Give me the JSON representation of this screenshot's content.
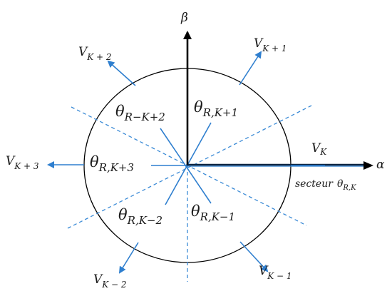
{
  "axes": {
    "alpha": "α",
    "beta": "β"
  },
  "vectors": [
    {
      "id": "vk",
      "base": "V",
      "sub": "K"
    },
    {
      "id": "vk1",
      "base": "V",
      "sub": "K + 1"
    },
    {
      "id": "vk2",
      "base": "V",
      "sub": "K + 2"
    },
    {
      "id": "vk3",
      "base": "V",
      "sub": "K + 3"
    },
    {
      "id": "vkm2",
      "base": "V",
      "sub": "K − 2"
    },
    {
      "id": "vkm1",
      "base": "V",
      "sub": "K − 1"
    }
  ],
  "sectors": [
    {
      "id": "rk1",
      "base": "θ",
      "sub": "R,K+1"
    },
    {
      "id": "rk2",
      "base": "θ",
      "sub": "R−K+2"
    },
    {
      "id": "rk3",
      "base": "θ",
      "sub": "R,K+3"
    },
    {
      "id": "rkm2",
      "base": "θ",
      "sub": "R,K−2"
    },
    {
      "id": "rkm1",
      "base": "θ",
      "sub": "R,K−1"
    }
  ],
  "sector_caption": {
    "word": "secteur",
    "base": "θ",
    "sub": "R,K"
  },
  "colors": {
    "vector": "#2f7fcf",
    "axis": "#000000",
    "dashed": "#3a8ad6",
    "circle": "#000000",
    "alpha_axis_dark": "#0d2440"
  }
}
